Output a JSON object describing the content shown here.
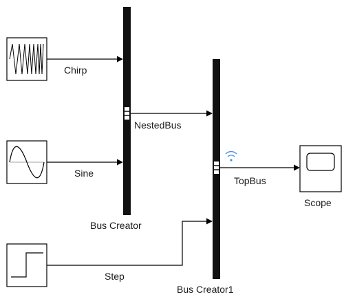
{
  "blocks": {
    "chirp": {
      "label": ""
    },
    "sine": {
      "label": ""
    },
    "step": {
      "label": ""
    },
    "bus_creator": {
      "label": "Bus Creator"
    },
    "bus_creator1": {
      "label": "Bus Creator1"
    },
    "scope": {
      "label": "Scope"
    }
  },
  "signals": {
    "chirp": "Chirp",
    "sine": "Sine",
    "step": "Step",
    "nested_bus": "NestedBus",
    "top_bus": "TopBus"
  },
  "colors": {
    "line": "#000000",
    "block_border": "#000000",
    "block_fill": "#ffffff",
    "bus_bar": "#111111",
    "signal_logging_icon": "#4a90d9"
  },
  "icons": {
    "chirp": "chirp-waveform-icon",
    "sine": "sine-wave-icon",
    "step": "step-function-icon",
    "scope": "scope-display-icon",
    "logging": "signal-logging-icon"
  }
}
